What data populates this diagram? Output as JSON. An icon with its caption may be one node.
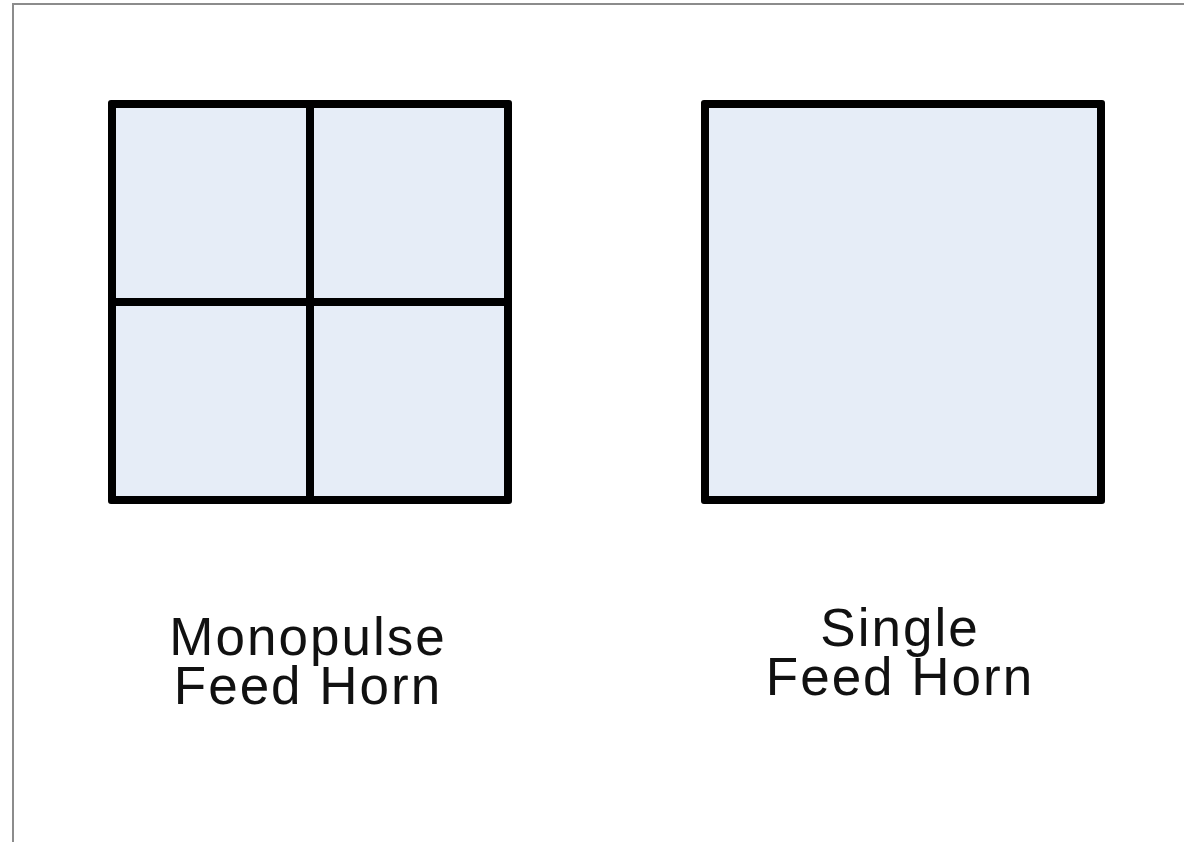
{
  "diagram": {
    "nodes": [
      {
        "text": [],
        "shape": "box",
        "beside": [
          "Monopulse Feed Horn"
        ]
      },
      {
        "text": [],
        "shape": "box",
        "beside": [
          "Single Feed Horn"
        ]
      }
    ]
  }
}
